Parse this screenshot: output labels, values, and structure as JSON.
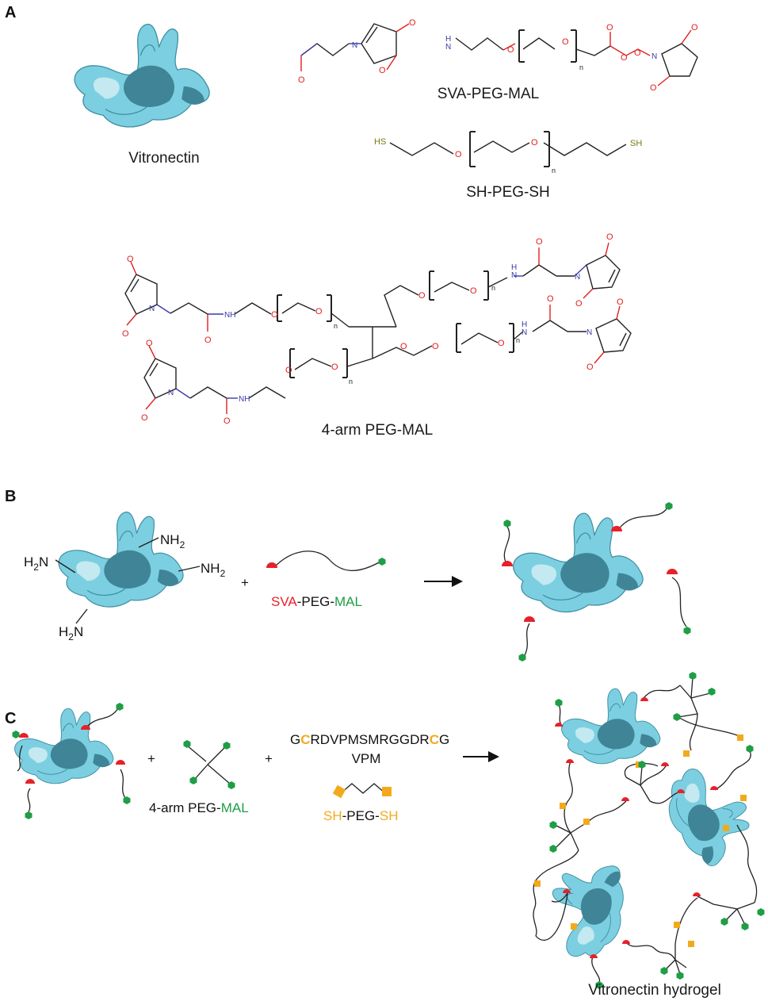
{
  "panels": {
    "a": {
      "letter": "A"
    },
    "b": {
      "letter": "B"
    },
    "c": {
      "letter": "C"
    }
  },
  "captions": {
    "vitronectin": "Vitronectin",
    "sva_peg_mal": "SVA-PEG-MAL",
    "sh_peg_sh": "SH-PEG-SH",
    "four_arm_peg_mal": "4-arm PEG-MAL",
    "vitronectin_hydrogel": "Vitronectin hydrogel"
  },
  "atoms": {
    "o": "O",
    "n": "N",
    "nh": "NH",
    "h": "H",
    "sh": "SH",
    "hs": "HS",
    "n_sub": "n"
  },
  "panel_b": {
    "nh2_top": "NH",
    "nh2_right": "NH",
    "nh2_sub": "2",
    "h2n_left": "H",
    "h2n_bottom": "H",
    "h2n_sub": "2",
    "h2n_n": "N",
    "plus": "+",
    "label_part1": "SVA",
    "label_part2": "-PEG-",
    "label_part3": "MAL"
  },
  "panel_c": {
    "plus1": "+",
    "plus2": "+",
    "four_arm_part1": "4-arm PEG-",
    "four_arm_part2": "MAL",
    "peptide_g1": "G",
    "peptide_c1": "C",
    "peptide_mid": "RDVPMSMRGGDR",
    "peptide_c2": "C",
    "peptide_g2": "G",
    "peptide_name": "VPM",
    "sh_part1": "SH",
    "sh_part2": "-PEG-",
    "sh_part3": "SH"
  },
  "colors": {
    "protein": "#7ccfe0",
    "protein_dark": "#3f8597",
    "sva_red": "#e8202a",
    "mal_green": "#1e9e45",
    "thiol_orange": "#f2aa1c",
    "oxygen_red": "#e02020",
    "nitrogen_blue": "#3a3aa8",
    "sulfur_olive": "#7a7a10"
  }
}
